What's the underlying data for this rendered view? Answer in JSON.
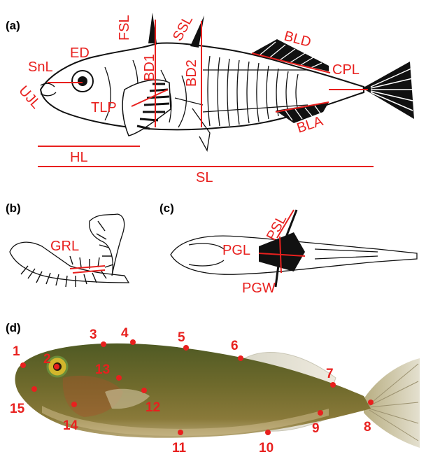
{
  "panels": {
    "a": "(a)",
    "b": "(b)",
    "c": "(c)",
    "d": "(d)"
  },
  "measurements_a": {
    "fsl": "FSL",
    "ssl": "SSL",
    "bld": "BLD",
    "ed": "ED",
    "snl": "SnL",
    "ujl": "UJL",
    "bd1": "BD1",
    "bd2": "BD2",
    "cpl": "CPL",
    "tlp": "TLP",
    "bla": "BLA",
    "hl": "HL",
    "sl": "SL"
  },
  "measurements_b": {
    "grl": "GRL"
  },
  "measurements_c": {
    "psl": "PSL",
    "pgl": "PGL",
    "pgw": "PGW"
  },
  "landmarks_d": [
    {
      "id": "1",
      "label": "1"
    },
    {
      "id": "2",
      "label": "2"
    },
    {
      "id": "3",
      "label": "3"
    },
    {
      "id": "4",
      "label": "4"
    },
    {
      "id": "5",
      "label": "5"
    },
    {
      "id": "6",
      "label": "6"
    },
    {
      "id": "7",
      "label": "7"
    },
    {
      "id": "8",
      "label": "8"
    },
    {
      "id": "9",
      "label": "9"
    },
    {
      "id": "10",
      "label": "10"
    },
    {
      "id": "11",
      "label": "11"
    },
    {
      "id": "12",
      "label": "12"
    },
    {
      "id": "13",
      "label": "13"
    },
    {
      "id": "14",
      "label": "14"
    },
    {
      "id": "15",
      "label": "15"
    }
  ],
  "colors": {
    "annotation": "#e8201e",
    "outline": "#111111",
    "fish_body": "#6b6a2e"
  }
}
